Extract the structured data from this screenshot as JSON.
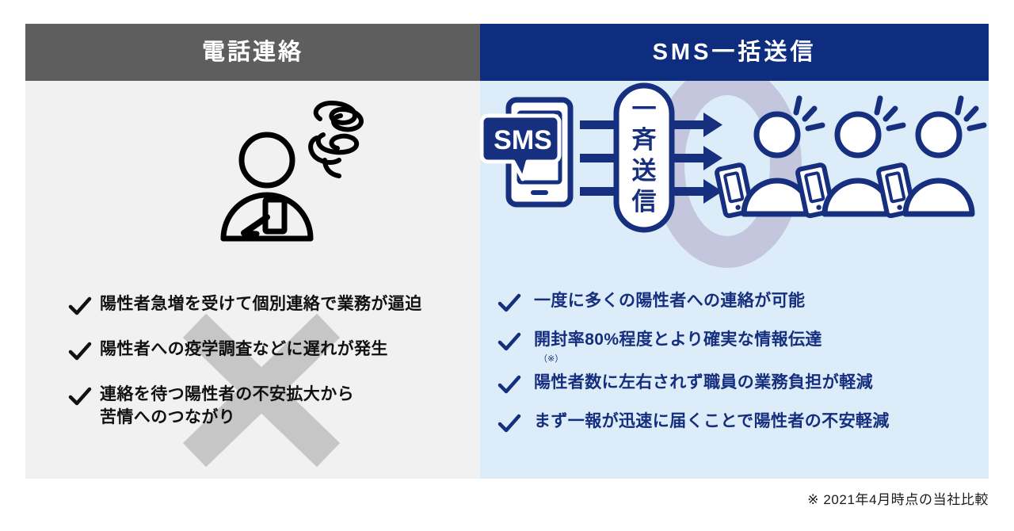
{
  "layout": {
    "background": "#ffffff",
    "left_panel_bg": "#f1f1f1",
    "right_panel_bg": "#dcecf8",
    "left_header_bg": "#5e5e5e",
    "right_header_bg": "#0e2d7f",
    "left_text_color": "#111111",
    "right_text_color": "#152e7e",
    "watermark_x_color": "#c6c6c6",
    "watermark_o_color": "#c3c6dd"
  },
  "left_panel": {
    "header_title": "電話連絡",
    "watermark_icon": "cross-x-watermark",
    "illustration": {
      "name": "frustrated-person-on-phone-illustration",
      "parts": [
        "person-icon",
        "handset-icon",
        "scribble-icon"
      ]
    },
    "bullets": [
      {
        "check_icon": "check-icon",
        "text": "陽性者急増を受けて個別連絡で業務が逼迫"
      },
      {
        "check_icon": "check-icon",
        "text": "陽性者への疫学調査などに遅れが発生"
      },
      {
        "check_icon": "check-icon",
        "text": "連絡を待つ陽性者の不安拡大から\n苦情へのつながり"
      }
    ]
  },
  "right_panel": {
    "header_title": "SMS一括送信",
    "watermark_icon": "circle-o-watermark",
    "illustration": {
      "name": "sms-broadcast-illustration",
      "sender_badge_label": "SMS",
      "pill_label": "一斉送信",
      "pill_label_chars": [
        "一",
        "斉",
        "送",
        "信"
      ],
      "arrow_count": 3,
      "recipient_count": 3,
      "parts": [
        "smartphone-icon",
        "sms-bubble-icon",
        "broadcast-pill",
        "arrow-icon",
        "recipient-person-icon",
        "recipient-phone-icon",
        "notification-rays-icon"
      ]
    },
    "bullets": [
      {
        "check_icon": "check-icon",
        "text": "一度に多くの陽性者への連絡が可能",
        "sub": ""
      },
      {
        "check_icon": "check-icon",
        "text": "開封率80%程度とより確実な情報伝達",
        "sub": "（※）"
      },
      {
        "check_icon": "check-icon",
        "text": "陽性者数に左右されず職員の業務負担が軽減",
        "sub": ""
      },
      {
        "check_icon": "check-icon",
        "text": "まず一報が迅速に届くことで陽性者の不安軽減",
        "sub": ""
      }
    ]
  },
  "footnote": {
    "text": "※ 2021年4月時点の当社比較"
  }
}
